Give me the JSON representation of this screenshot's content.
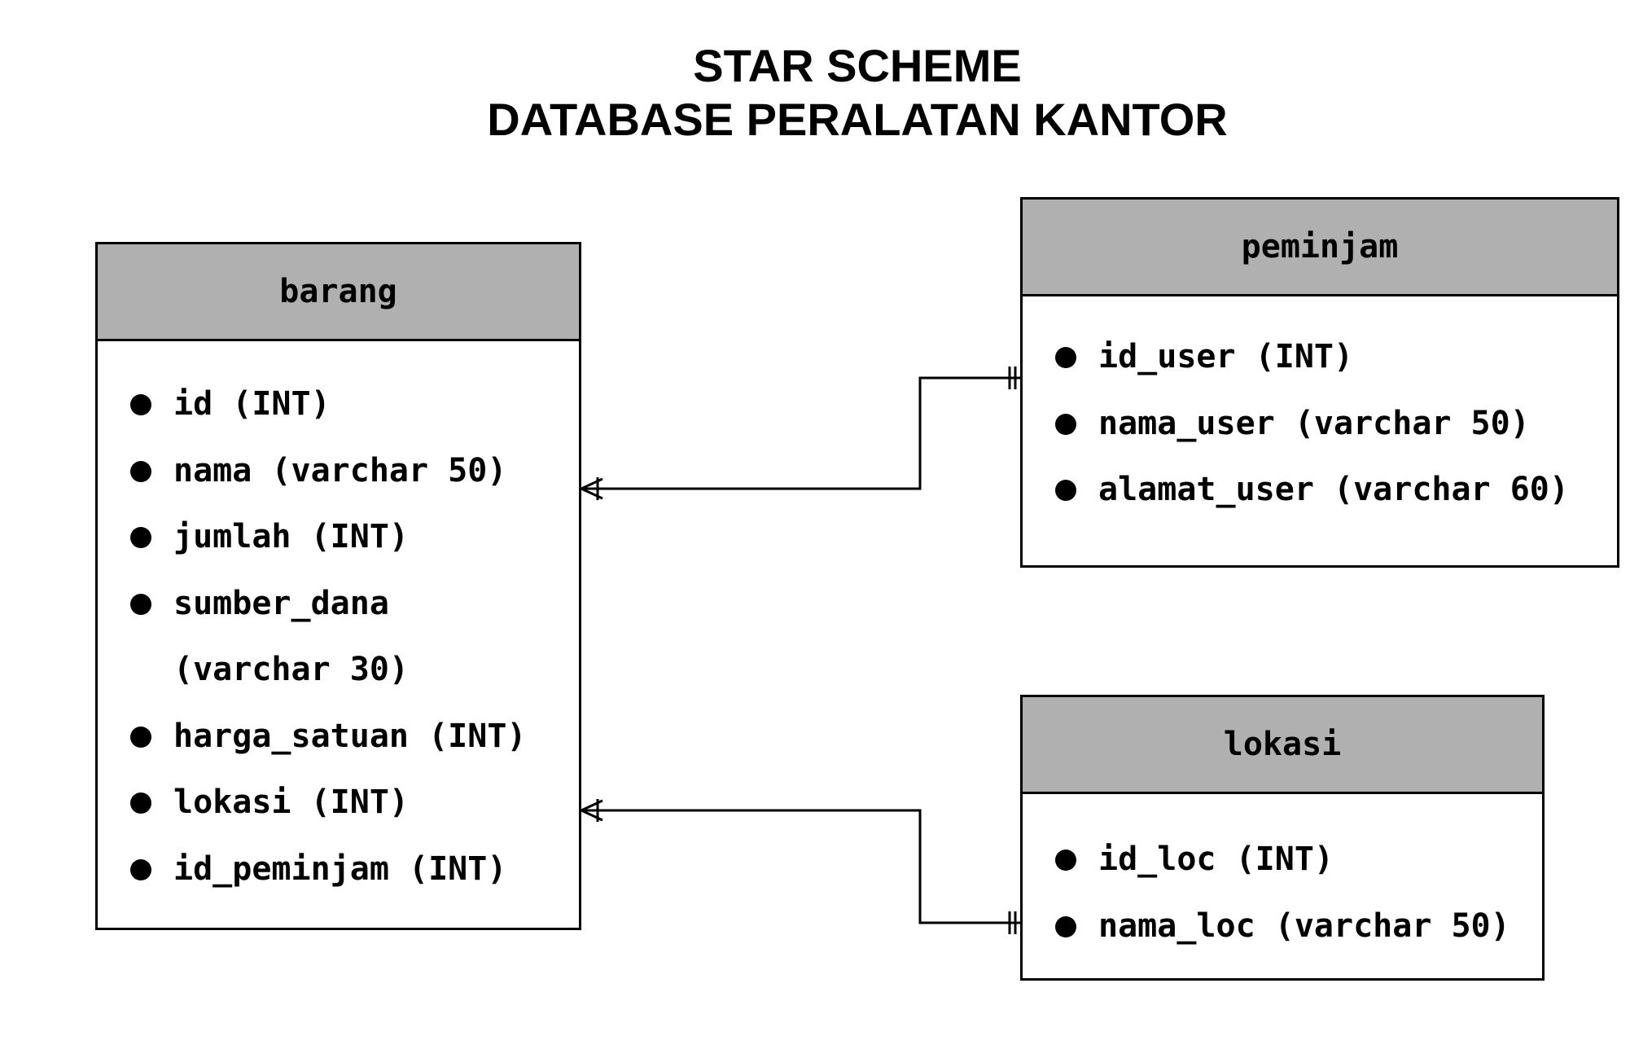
{
  "title": {
    "line1": "STAR SCHEME",
    "line2": "DATABASE PERALATAN KANTOR"
  },
  "entities": {
    "barang": {
      "name": "barang",
      "attributes": [
        "id (INT)",
        "nama (varchar 50)",
        "jumlah (INT)",
        "sumber_dana (varchar 30)",
        "harga_satuan (INT)",
        "lokasi (INT)",
        "id_peminjam (INT)"
      ]
    },
    "peminjam": {
      "name": "peminjam",
      "attributes": [
        "id_user (INT)",
        "nama_user (varchar 50)",
        "alamat_user (varchar 60)"
      ]
    },
    "lokasi": {
      "name": "lokasi",
      "attributes": [
        "id_loc (INT)",
        "nama_loc (varchar 50)"
      ]
    }
  },
  "relationships": [
    {
      "from": "barang",
      "to": "peminjam",
      "from_cardinality": "one-or-many",
      "to_cardinality": "exactly-one"
    },
    {
      "from": "barang",
      "to": "lokasi",
      "from_cardinality": "one-or-many",
      "to_cardinality": "exactly-one"
    }
  ],
  "colors": {
    "header_fill": "#b0b0b0",
    "line": "#000000",
    "background": "#ffffff"
  }
}
